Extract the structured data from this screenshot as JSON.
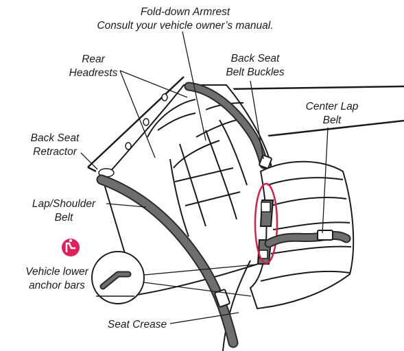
{
  "labels": {
    "armrest": [
      "Fold-down Armrest",
      "Consult your vehicle owner’s manual."
    ],
    "headrests": [
      "Rear",
      "Headrests"
    ],
    "buckles": [
      "Back Seat",
      "Belt Buckles"
    ],
    "center_lap": [
      "Center Lap",
      "Belt"
    ],
    "retractor": [
      "Back Seat",
      "Retractor"
    ],
    "lap_shoulder": [
      "Lap/Shoulder",
      "Belt"
    ],
    "anchor_bars": [
      "Vehicle lower",
      "anchor bars"
    ],
    "crease": [
      "Seat Crease"
    ]
  },
  "colors": {
    "outline": "#1a1a1a",
    "belt": "#6e6e6e",
    "belt_edge": "#2a2a2a",
    "highlight": "#d2214a",
    "badge": "#e0205a"
  },
  "icons": {
    "badge": "child-seat-icon",
    "inset": "anchor-bar-icon"
  }
}
